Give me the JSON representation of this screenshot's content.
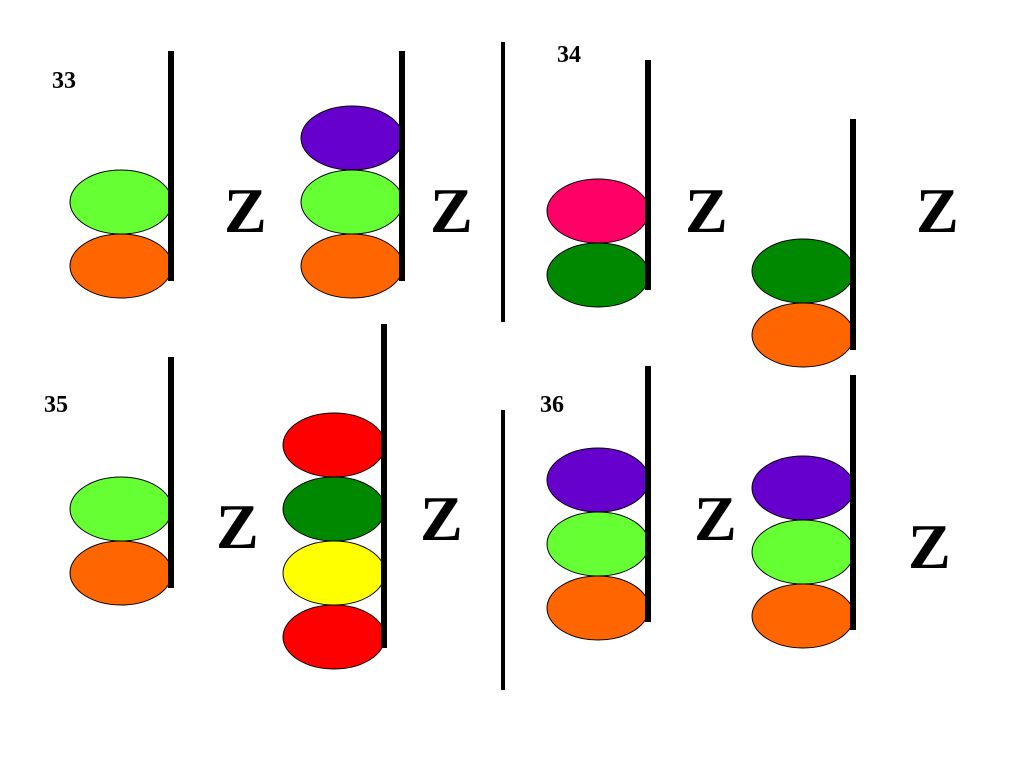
{
  "colors": {
    "light_green": "#66ff33",
    "orange": "#ff6600",
    "purple": "#6600cc",
    "pink": "#ff0066",
    "dark_green": "#008800",
    "red": "#ff0000",
    "yellow": "#ffff00"
  },
  "puzzles": [
    {
      "number": "33",
      "stacks": [
        {
          "beads_top_to_bottom": [
            "light_green",
            "orange"
          ],
          "label": "Z"
        },
        {
          "beads_top_to_bottom": [
            "purple",
            "light_green",
            "orange"
          ],
          "label": "Z"
        }
      ]
    },
    {
      "number": "34",
      "stacks": [
        {
          "beads_top_to_bottom": [
            "pink",
            "dark_green"
          ],
          "label": "Z"
        },
        {
          "beads_top_to_bottom": [
            "dark_green",
            "orange"
          ],
          "label": "Z"
        }
      ]
    },
    {
      "number": "35",
      "stacks": [
        {
          "beads_top_to_bottom": [
            "light_green",
            "orange"
          ],
          "label": "Z"
        },
        {
          "beads_top_to_bottom": [
            "red",
            "dark_green",
            "yellow",
            "red"
          ],
          "label": "Z"
        }
      ]
    },
    {
      "number": "36",
      "stacks": [
        {
          "beads_top_to_bottom": [
            "purple",
            "light_green",
            "orange"
          ],
          "label": "Z"
        },
        {
          "beads_top_to_bottom": [
            "purple",
            "light_green",
            "orange"
          ],
          "label": "Z"
        }
      ]
    }
  ]
}
